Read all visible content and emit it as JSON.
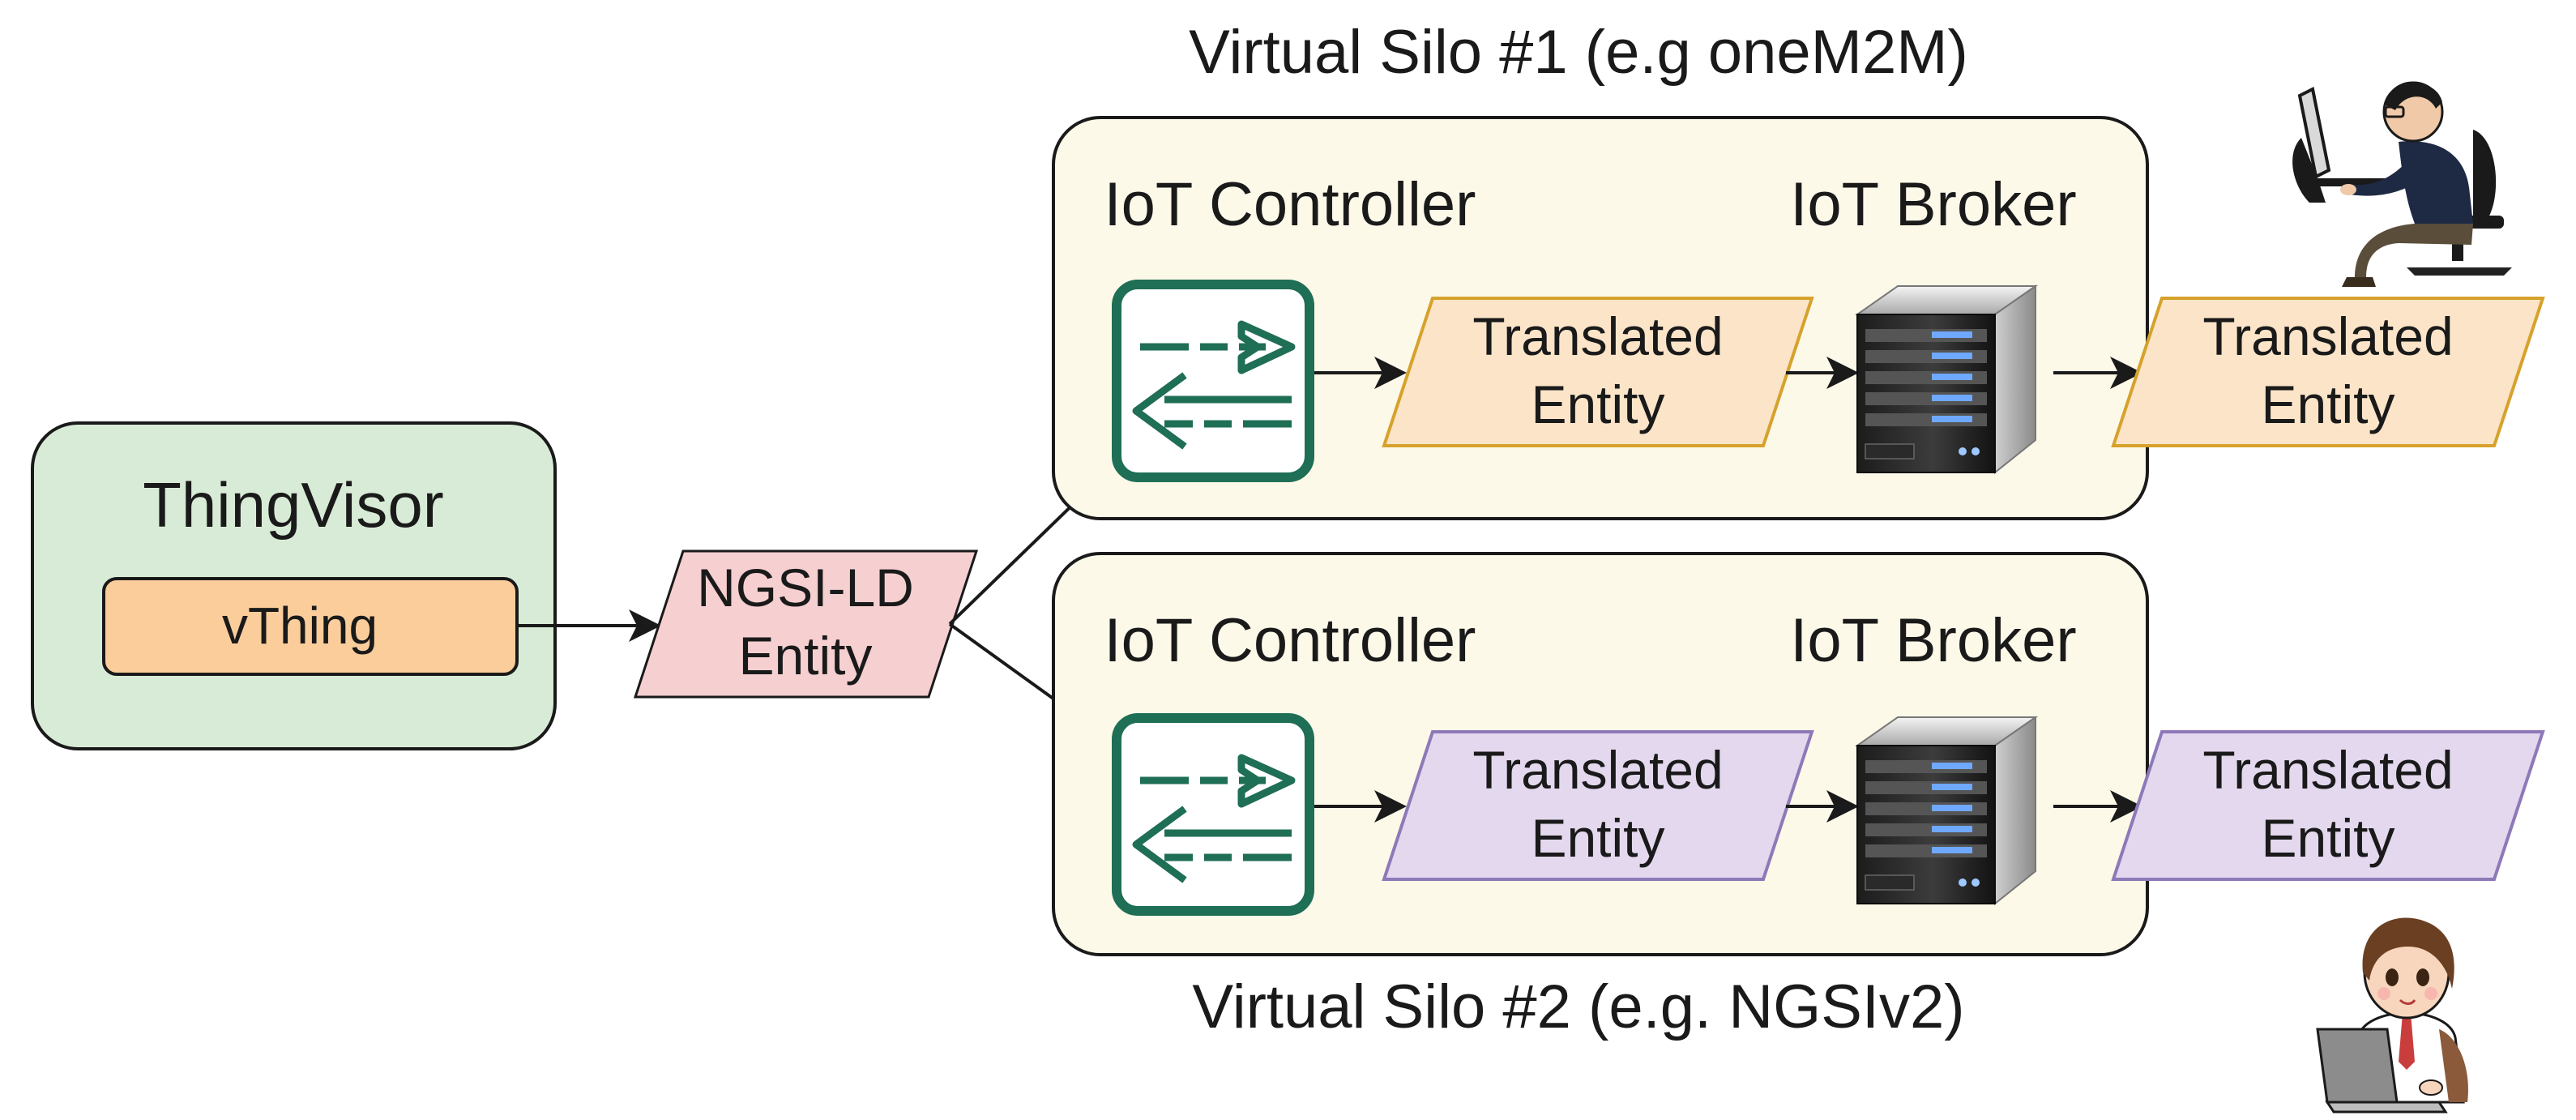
{
  "silo1": {
    "title": "Virtual Silo #1 (e.g oneM2M)",
    "controller_label": "IoT Controller",
    "broker_label": "IoT Broker",
    "entity_in": {
      "line1": "Translated",
      "line2": "Entity"
    },
    "entity_out": {
      "line1": "Translated",
      "line2": "Entity"
    },
    "fill": "#fdf9e9",
    "entity_fill": "#fbe4c8",
    "entity_stroke": "#d6a22c"
  },
  "silo2": {
    "title": "Virtual Silo #2 (e.g. NGSIv2)",
    "controller_label": "IoT Controller",
    "broker_label": "IoT Broker",
    "entity_in": {
      "line1": "Translated",
      "line2": "Entity"
    },
    "entity_out": {
      "line1": "Translated",
      "line2": "Entity"
    },
    "fill": "#fdf9e9",
    "entity_fill": "#e3d8ee",
    "entity_stroke": "#8e79b8"
  },
  "thingvisor": {
    "title": "ThingVisor",
    "vthing_label": "vThing",
    "fill": "#d8ebd6",
    "vthing_fill": "#fbcd9b"
  },
  "ngsi_entity": {
    "line1": "NGSI-LD",
    "line2": "Entity",
    "fill": "#f6cfd1"
  },
  "colors": {
    "controller_icon": "#1f6e56",
    "arrow": "#1a1a1a"
  },
  "icons": {
    "controller": "bidirectional-arrows-icon",
    "broker": "server-icon",
    "user_top": "person-at-computer-icon",
    "user_bottom": "woman-with-laptop-icon"
  }
}
